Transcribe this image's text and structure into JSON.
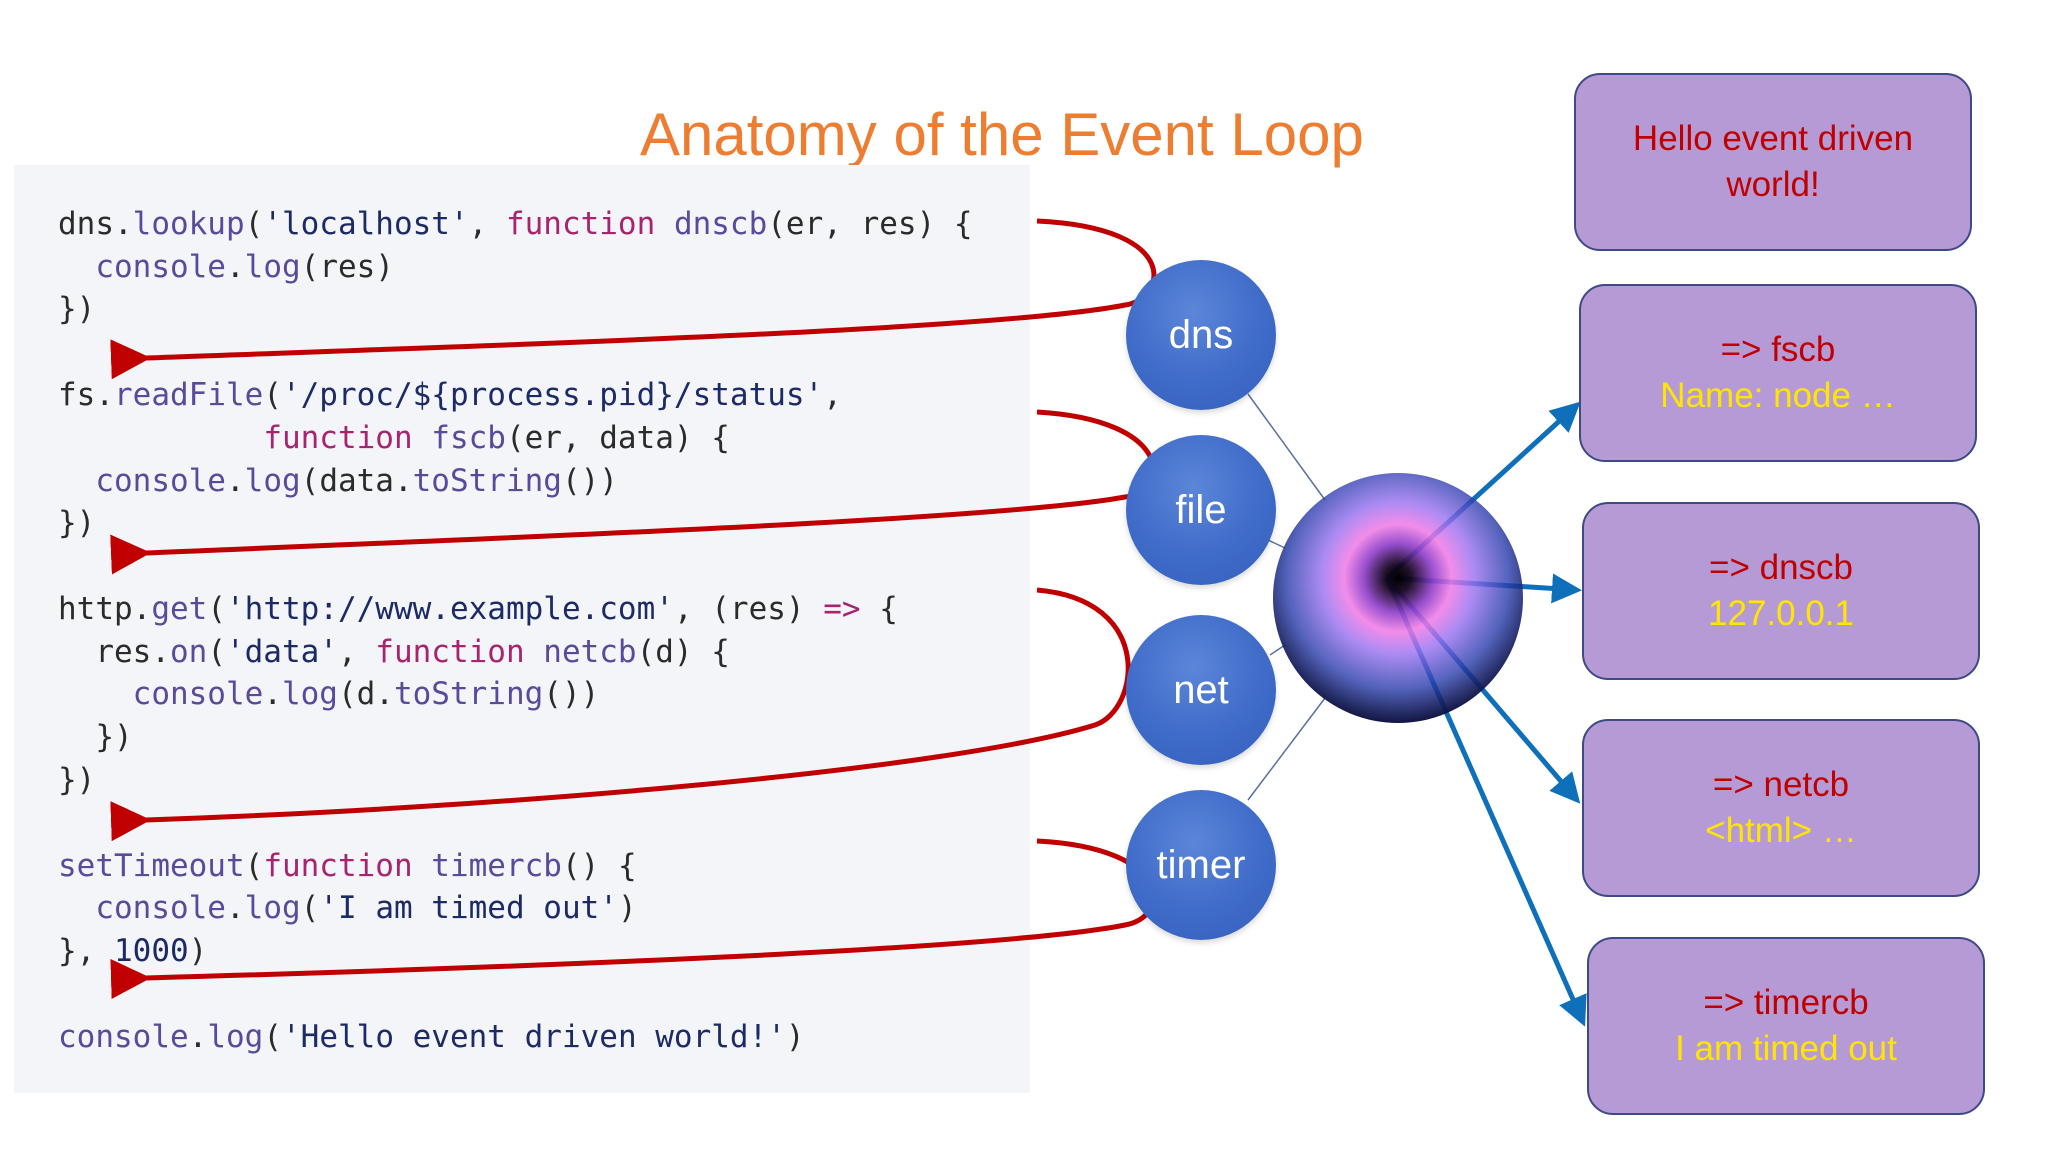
{
  "title": "Anatomy of the Event Loop",
  "code": {
    "lines": [
      [
        [
          "obj",
          "dns."
        ],
        [
          "fn",
          "lookup"
        ],
        [
          "pl",
          "("
        ],
        [
          "str",
          "'localhost'"
        ],
        [
          "pl",
          ", "
        ],
        [
          "kw",
          "function"
        ],
        [
          "pl",
          " "
        ],
        [
          "fn",
          "dnscb"
        ],
        [
          "pl",
          "(er, res) {"
        ]
      ],
      [
        [
          "pl",
          "  "
        ],
        [
          "fn",
          "console"
        ],
        [
          "pl",
          "."
        ],
        [
          "fn",
          "log"
        ],
        [
          "pl",
          "(res)"
        ]
      ],
      [
        [
          "pl",
          "})"
        ]
      ],
      [
        [
          "obj",
          "fs."
        ],
        [
          "fn",
          "readFile"
        ],
        [
          "pl",
          "("
        ],
        [
          "str",
          "'/proc/${process.pid}/status'"
        ],
        [
          "pl",
          ","
        ]
      ],
      [
        [
          "pl",
          "           "
        ],
        [
          "kw",
          "function"
        ],
        [
          "pl",
          " "
        ],
        [
          "fn",
          "fscb"
        ],
        [
          "pl",
          "(er, data) {"
        ]
      ],
      [
        [
          "pl",
          "  "
        ],
        [
          "fn",
          "console"
        ],
        [
          "pl",
          "."
        ],
        [
          "fn",
          "log"
        ],
        [
          "pl",
          "(data."
        ],
        [
          "fn",
          "toString"
        ],
        [
          "pl",
          "())"
        ]
      ],
      [
        [
          "pl",
          "})"
        ]
      ],
      [
        [
          "obj",
          "http."
        ],
        [
          "fn",
          "get"
        ],
        [
          "pl",
          "("
        ],
        [
          "str",
          "'http://www.example.com'"
        ],
        [
          "pl",
          ", (res) "
        ],
        [
          "kw",
          "=>"
        ],
        [
          "pl",
          " {"
        ]
      ],
      [
        [
          "pl",
          "  res."
        ],
        [
          "fn",
          "on"
        ],
        [
          "pl",
          "("
        ],
        [
          "str",
          "'data'"
        ],
        [
          "pl",
          ", "
        ],
        [
          "kw",
          "function"
        ],
        [
          "pl",
          " "
        ],
        [
          "fn",
          "netcb"
        ],
        [
          "pl",
          "(d) {"
        ]
      ],
      [
        [
          "pl",
          "    "
        ],
        [
          "fn",
          "console"
        ],
        [
          "pl",
          "."
        ],
        [
          "fn",
          "log"
        ],
        [
          "pl",
          "(d."
        ],
        [
          "fn",
          "toString"
        ],
        [
          "pl",
          "())"
        ]
      ],
      [
        [
          "pl",
          "  })"
        ]
      ],
      [
        [
          "pl",
          "})"
        ]
      ],
      [
        [
          "fn",
          "setTimeout"
        ],
        [
          "pl",
          "("
        ],
        [
          "kw",
          "function"
        ],
        [
          "pl",
          " "
        ],
        [
          "fn",
          "timercb"
        ],
        [
          "pl",
          "() {"
        ]
      ],
      [
        [
          "pl",
          "  "
        ],
        [
          "fn",
          "console"
        ],
        [
          "pl",
          "."
        ],
        [
          "fn",
          "log"
        ],
        [
          "pl",
          "("
        ],
        [
          "str",
          "'I am timed out'"
        ],
        [
          "pl",
          ")"
        ]
      ],
      [
        [
          "pl",
          "}, "
        ],
        [
          "num",
          "1000"
        ],
        [
          "pl",
          ")"
        ]
      ],
      [
        [
          "fn",
          "console"
        ],
        [
          "pl",
          "."
        ],
        [
          "fn",
          "log"
        ],
        [
          "pl",
          "("
        ],
        [
          "str",
          "'Hello event driven world!'"
        ],
        [
          "pl",
          ")"
        ]
      ]
    ]
  },
  "sources": {
    "dns": "dns",
    "file": "file",
    "net": "net",
    "timer": "timer"
  },
  "outputs": {
    "hello": "Hello event driven world!",
    "fscb": {
      "line1": "=> fscb",
      "line2": "Name: node …"
    },
    "dnscb": {
      "line1": "=> dnscb",
      "line2": "127.0.0.1"
    },
    "netcb": {
      "line1": "=> netcb",
      "line2": "<html> …"
    },
    "timercb": {
      "line1": "=> timercb",
      "line2": "I am timed out"
    }
  },
  "colors": {
    "title": "#ed7d31",
    "callback_arrow": "#c00000",
    "dispatch_arrow": "#0e6fba",
    "circle": "#4472c4",
    "box_fill": "#b69ad6"
  }
}
